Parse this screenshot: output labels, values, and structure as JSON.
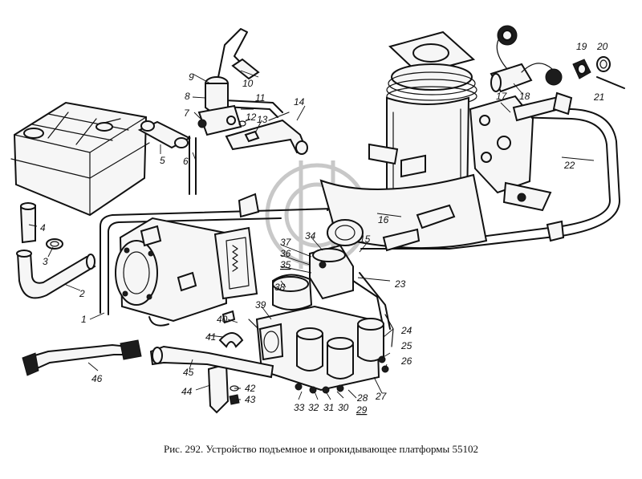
{
  "caption": "Рис. 292. Устройство подъемное и опрокидывающее платформы 55102",
  "callouts": [
    "1",
    "2",
    "3",
    "4",
    "5",
    "6",
    "7",
    "8",
    "9",
    "10",
    "11",
    "12",
    "13",
    "14",
    "15",
    "16",
    "17",
    "18",
    "19",
    "20",
    "21",
    "22",
    "23",
    "24",
    "25",
    "26",
    "27",
    "28",
    "29",
    "30",
    "31",
    "32",
    "33",
    "34",
    "35",
    "36",
    "37",
    "38",
    "39",
    "40",
    "41",
    "42",
    "43",
    "44",
    "45",
    "46"
  ],
  "colors": {
    "ink": "#111111",
    "watermark": "#c8c8c8",
    "paper": "#ffffff"
  }
}
